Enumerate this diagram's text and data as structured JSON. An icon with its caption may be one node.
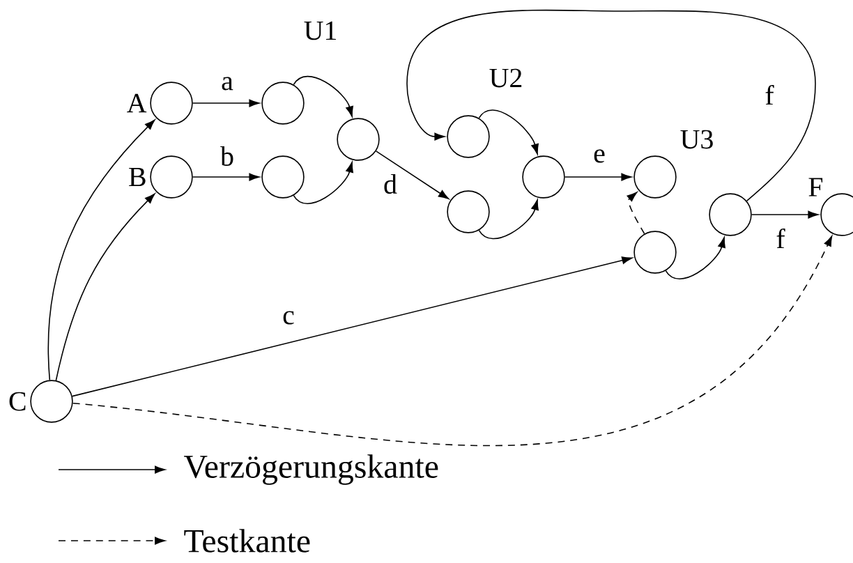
{
  "diagram": {
    "nodes": [
      {
        "text": [],
        "shape": "circle",
        "beside": [
          "A"
        ]
      },
      {
        "text": [],
        "shape": "circle",
        "beside": [
          "B"
        ]
      },
      {
        "text": [],
        "shape": "circle",
        "beside": [
          "C"
        ]
      },
      {
        "text": [],
        "shape": "circle"
      },
      {
        "text": [],
        "shape": "circle"
      },
      {
        "text": [],
        "shape": "circle"
      },
      {
        "text": [],
        "shape": "circle"
      },
      {
        "text": [],
        "shape": "circle"
      },
      {
        "text": [],
        "shape": "circle"
      },
      {
        "text": [],
        "shape": "circle"
      },
      {
        "text": [],
        "shape": "circle"
      },
      {
        "text": [],
        "shape": "circle"
      },
      {
        "text": [],
        "shape": "circle",
        "beside": [
          "F"
        ]
      }
    ],
    "edges": [
      {
        "from": 2,
        "to": 0,
        "arrow": "to"
      },
      {
        "from": 2,
        "to": 1,
        "arrow": "to"
      },
      {
        "from": 0,
        "to": 3,
        "arrow": "to",
        "label": "a"
      },
      {
        "from": 1,
        "to": 4,
        "arrow": "to",
        "label": "b"
      },
      {
        "from": 3,
        "to": 5,
        "arrow": "to"
      },
      {
        "from": 4,
        "to": 5,
        "arrow": "to"
      },
      {
        "from": 5,
        "to": 7,
        "arrow": "to",
        "label": "d"
      },
      {
        "from": 6,
        "to": 8,
        "arrow": "to"
      },
      {
        "from": 7,
        "to": 8,
        "arrow": "to"
      },
      {
        "from": 8,
        "to": 9,
        "arrow": "to",
        "label": "e"
      },
      {
        "from": 10,
        "to": 9,
        "arrow": "to",
        "style": "dashed"
      },
      {
        "from": 2,
        "to": 10,
        "arrow": "to",
        "label": "c"
      },
      {
        "from": 10,
        "to": 11,
        "arrow": "to"
      },
      {
        "from": 11,
        "to": 12,
        "arrow": "to",
        "label": "f"
      },
      {
        "from": 11,
        "to": 6,
        "arrow": "to",
        "label": "f"
      },
      {
        "from": 2,
        "to": 12,
        "arrow": "to",
        "style": "dashed"
      }
    ],
    "labels": [
      "U1",
      "U2",
      "U3"
    ],
    "legend": [
      {
        "text": "Verzögerungskante"
      },
      {
        "text": "Testkante"
      }
    ]
  }
}
